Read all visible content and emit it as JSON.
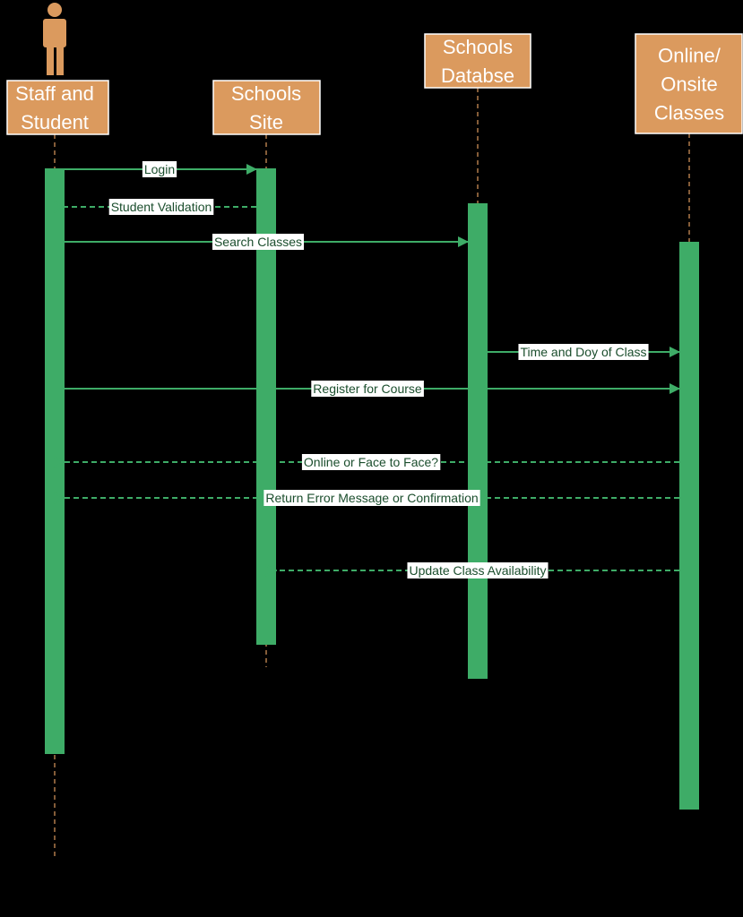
{
  "colors": {
    "background": "#000000",
    "header_fill": "#db9a5e",
    "activation": "#3eac67",
    "message": "#3eac67",
    "label_text": "#1b4e2d"
  },
  "participants": [
    {
      "id": "staff",
      "lines": [
        "Staff and",
        "Student"
      ],
      "actor_icon": "person-icon"
    },
    {
      "id": "site",
      "lines": [
        "Schools",
        "Site"
      ]
    },
    {
      "id": "db",
      "lines": [
        "Schools",
        "Databse"
      ]
    },
    {
      "id": "classes",
      "lines": [
        "Online/",
        "Onsite",
        "Classes"
      ]
    }
  ],
  "messages": [
    {
      "from": "staff",
      "to": "site",
      "label": "Login",
      "style": "solid",
      "arrow": "filled"
    },
    {
      "from": "site",
      "to": "staff",
      "label": "Student Validation",
      "style": "dashed",
      "arrow": "open"
    },
    {
      "from": "staff",
      "to": "db",
      "label": "Search Classes",
      "style": "solid",
      "arrow": "filled"
    },
    {
      "from": "db",
      "to": "classes",
      "label": "Time and Doy of Class",
      "style": "solid",
      "arrow": "filled"
    },
    {
      "from": "staff",
      "to": "classes",
      "label": "Register for Course",
      "style": "solid",
      "arrow": "filled"
    },
    {
      "from": "classes",
      "to": "staff",
      "label": "Online or Face to Face?",
      "style": "dashed",
      "arrow": "open"
    },
    {
      "from": "classes",
      "to": "staff",
      "label": "Return Error Message or Confirmation",
      "style": "dashed",
      "arrow": "open"
    },
    {
      "from": "classes",
      "to": "site",
      "label": "Update Class Availability",
      "style": "dashed",
      "arrow": "open"
    }
  ]
}
